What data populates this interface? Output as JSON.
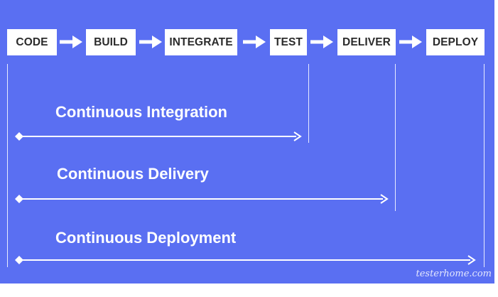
{
  "colors": {
    "background": "#5a6ff2",
    "box": "#ffffff",
    "box_text": "#2b2b2b",
    "line": "#ffffff"
  },
  "stages": [
    "CODE",
    "BUILD",
    "INTEGRATE",
    "TEST",
    "DELIVER",
    "DEPLOY"
  ],
  "spans": [
    {
      "label": "Continuous Integration",
      "from_stage": "CODE",
      "to_stage": "TEST"
    },
    {
      "label": "Continuous Delivery",
      "from_stage": "CODE",
      "to_stage": "DELIVER"
    },
    {
      "label": "Continuous Deployment",
      "from_stage": "CODE",
      "to_stage": "DEPLOY"
    }
  ],
  "watermark": "testerhome.com"
}
